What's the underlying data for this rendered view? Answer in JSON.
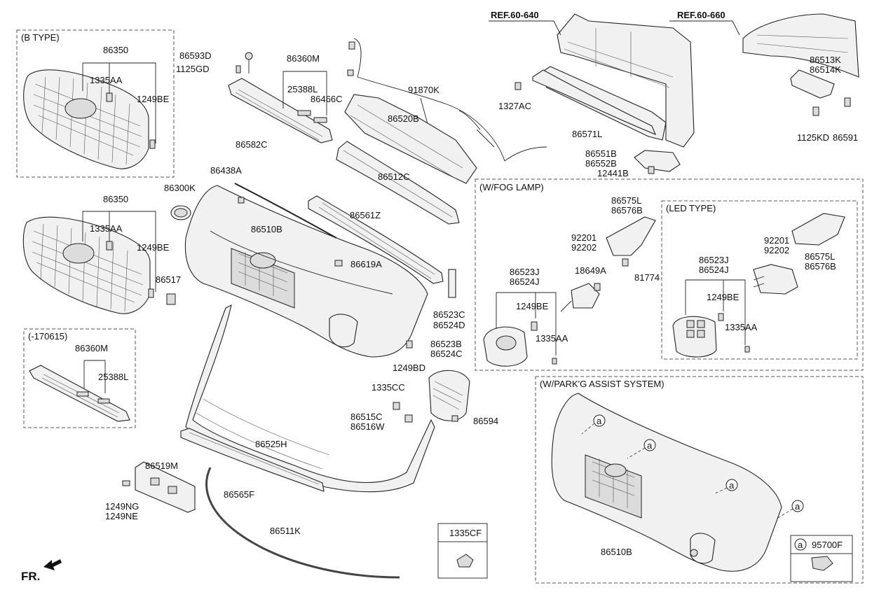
{
  "sections": {
    "b_type": "(B TYPE)",
    "rev": "(-170615)",
    "fog": "(W/FOG LAMP)",
    "led": "(LED TYPE)",
    "park": "(W/PARK'G ASSIST SYSTEM)"
  },
  "refs": {
    "r1": "REF.60-640",
    "r2": "REF.60-660"
  },
  "orientation": "FR.",
  "callout_letter": "a",
  "legend": {
    "code_1335cf": "1335CF",
    "code_95700f": "95700F"
  },
  "labels": [
    {
      "id": "l86350a",
      "text": "86350"
    },
    {
      "id": "l1335aa_a",
      "text": "1335AA"
    },
    {
      "id": "l1249be_a",
      "text": "1249BE"
    },
    {
      "id": "l86350b",
      "text": "86350"
    },
    {
      "id": "l1335aa_b",
      "text": "1335AA"
    },
    {
      "id": "l1249be_b",
      "text": "1249BE"
    },
    {
      "id": "l86360m_r",
      "text": "86360M"
    },
    {
      "id": "l25388l_r",
      "text": "25388L"
    },
    {
      "id": "l86593d",
      "text": "86593D"
    },
    {
      "id": "l1125gd",
      "text": "1125GD"
    },
    {
      "id": "l86360m",
      "text": "86360M"
    },
    {
      "id": "l25388l",
      "text": "25388L"
    },
    {
      "id": "l86466c",
      "text": "86466C"
    },
    {
      "id": "l91870k",
      "text": "91870K"
    },
    {
      "id": "l86520b",
      "text": "86520B"
    },
    {
      "id": "l1327ac",
      "text": "1327AC"
    },
    {
      "id": "l86571l",
      "text": "86571L"
    },
    {
      "id": "l86513k",
      "text": "86513K"
    },
    {
      "id": "l86514k",
      "text": "86514K"
    },
    {
      "id": "l1125kd",
      "text": "1125KD"
    },
    {
      "id": "l86591",
      "text": "86591"
    },
    {
      "id": "l86551b",
      "text": "86551B"
    },
    {
      "id": "l86552b",
      "text": "86552B"
    },
    {
      "id": "l12441b",
      "text": "12441B"
    },
    {
      "id": "l86582c",
      "text": "86582C"
    },
    {
      "id": "l86438a",
      "text": "86438A"
    },
    {
      "id": "l86300k",
      "text": "86300K"
    },
    {
      "id": "l86510b",
      "text": "86510B"
    },
    {
      "id": "l86512c",
      "text": "86512C"
    },
    {
      "id": "l86561z",
      "text": "86561Z"
    },
    {
      "id": "l86619a",
      "text": "86619A"
    },
    {
      "id": "l86517",
      "text": "86517"
    },
    {
      "id": "l86523c",
      "text": "86523C"
    },
    {
      "id": "l86524d",
      "text": "86524D"
    },
    {
      "id": "l86523b",
      "text": "86523B"
    },
    {
      "id": "l86524c",
      "text": "86524C"
    },
    {
      "id": "l1249bd",
      "text": "1249BD"
    },
    {
      "id": "l1335cc",
      "text": "1335CC"
    },
    {
      "id": "l86515c",
      "text": "86515C"
    },
    {
      "id": "l86516w",
      "text": "86516W"
    },
    {
      "id": "l86594",
      "text": "86594"
    },
    {
      "id": "l86525h",
      "text": "86525H"
    },
    {
      "id": "l86519m",
      "text": "86519M"
    },
    {
      "id": "l1249ng",
      "text": "1249NG"
    },
    {
      "id": "l1249ne",
      "text": "1249NE"
    },
    {
      "id": "l86565f",
      "text": "86565F"
    },
    {
      "id": "l86511k",
      "text": "86511K"
    },
    {
      "id": "l86575l",
      "text": "86575L"
    },
    {
      "id": "l86576b",
      "text": "86576B"
    },
    {
      "id": "l92201",
      "text": "92201"
    },
    {
      "id": "l92202",
      "text": "92202"
    },
    {
      "id": "l18649a",
      "text": "18649A"
    },
    {
      "id": "l81774",
      "text": "81774"
    },
    {
      "id": "l86523j",
      "text": "86523J"
    },
    {
      "id": "l86524j",
      "text": "86524J"
    },
    {
      "id": "l1249be_f",
      "text": "1249BE"
    },
    {
      "id": "l1335aa_f",
      "text": "1335AA"
    },
    {
      "id": "l86575l_l",
      "text": "86575L"
    },
    {
      "id": "l86576b_l",
      "text": "86576B"
    },
    {
      "id": "l92201_l",
      "text": "92201"
    },
    {
      "id": "l92202_l",
      "text": "92202"
    },
    {
      "id": "l86523j_l",
      "text": "86523J"
    },
    {
      "id": "l86524j_l",
      "text": "86524J"
    },
    {
      "id": "l1249be_l",
      "text": "1249BE"
    },
    {
      "id": "l1335aa_l",
      "text": "1335AA"
    },
    {
      "id": "l86510b_p",
      "text": "86510B"
    }
  ]
}
